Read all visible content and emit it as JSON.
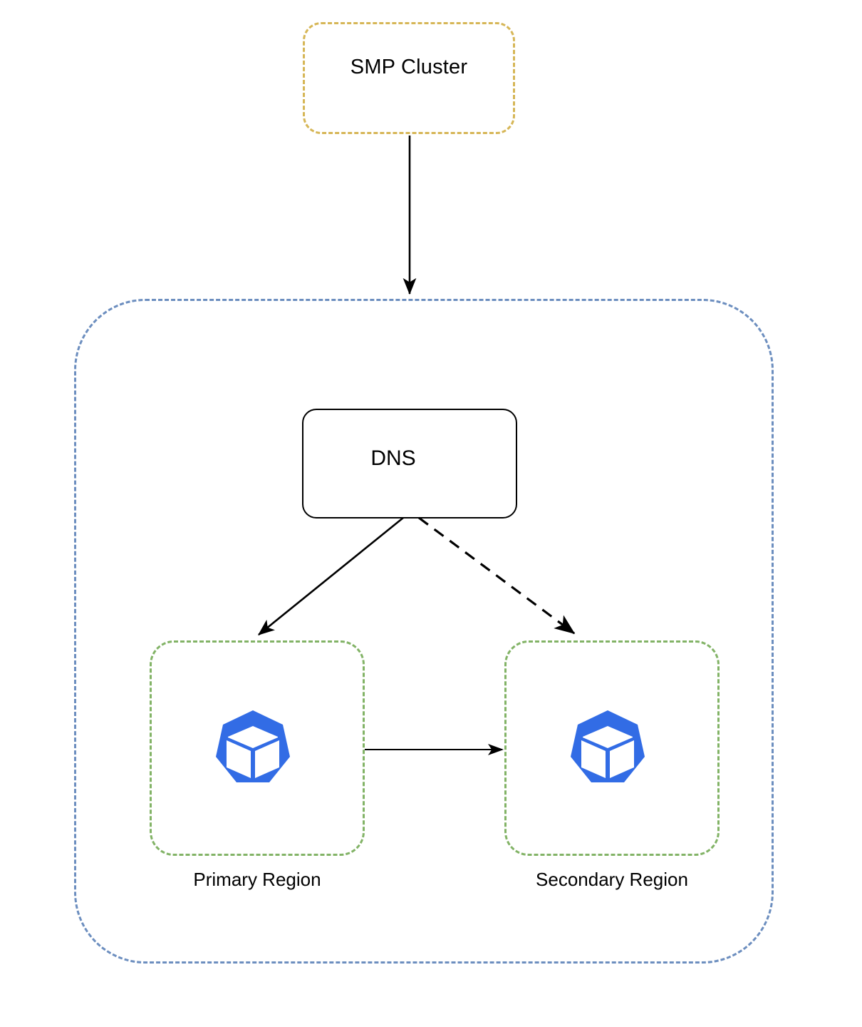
{
  "diagram": {
    "title": "Multi-region Kubernetes DNS failover architecture",
    "background": "#ffffff",
    "nodes": {
      "smp_cluster": {
        "label": "SMP Cluster",
        "shape": "rounded-rectangle",
        "border_style": "dashed",
        "border_color": "#d6b656",
        "fill": "#ffffff"
      },
      "platform_container": {
        "label": "",
        "shape": "rounded-rectangle",
        "border_style": "dashed",
        "border_color": "#6c8ebf",
        "fill": "#ffffff"
      },
      "dns": {
        "label": "DNS",
        "shape": "rounded-rectangle",
        "border_style": "solid",
        "border_color": "#000000",
        "fill": "#ffffff"
      },
      "primary_region": {
        "label": "Primary Region",
        "shape": "rounded-rectangle",
        "border_style": "dashed",
        "border_color": "#82b366",
        "fill": "#ffffff",
        "icon": "kubernetes-icon"
      },
      "secondary_region": {
        "label": "Secondary Region",
        "shape": "rounded-rectangle",
        "border_style": "dashed",
        "border_color": "#82b366",
        "fill": "#ffffff",
        "icon": "kubernetes-icon"
      }
    },
    "edges": [
      {
        "name": "smp-to-platform",
        "from": "smp_cluster",
        "to": "platform_container",
        "style": "solid",
        "arrowhead": "filled-triangle",
        "color": "#000000",
        "label": ""
      },
      {
        "name": "dns-to-primary",
        "from": "dns",
        "to": "primary_region",
        "style": "solid",
        "arrowhead": "filled-triangle",
        "color": "#000000",
        "label": ""
      },
      {
        "name": "dns-to-secondary",
        "from": "dns",
        "to": "secondary_region",
        "style": "dashed",
        "arrowhead": "filled-triangle",
        "color": "#000000",
        "label": ""
      },
      {
        "name": "primary-to-secondary",
        "from": "primary_region",
        "to": "secondary_region",
        "style": "solid",
        "arrowhead": "filled-triangle",
        "color": "#000000",
        "label": ""
      }
    ],
    "colors": {
      "kubernetes_blue": "#326ce5",
      "amber": "#d6b656",
      "blue": "#6c8ebf",
      "green": "#82b366",
      "black": "#000000",
      "white": "#ffffff"
    }
  }
}
